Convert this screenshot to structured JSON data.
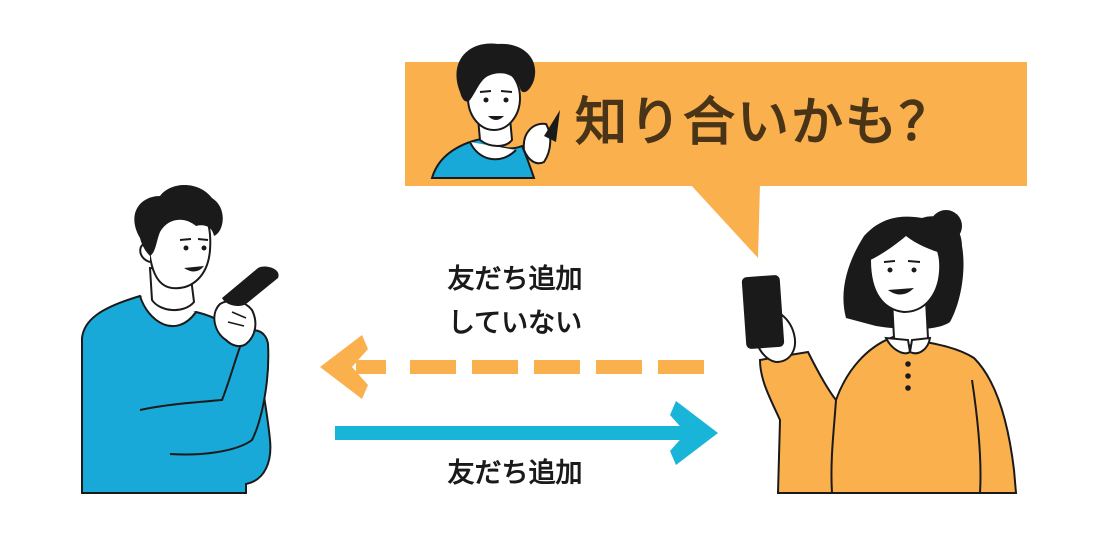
{
  "speech_bubble": {
    "text": "知り合いかも？"
  },
  "arrows": {
    "top": {
      "label_line1": "友だち追加",
      "label_line2": "していない",
      "direction": "left",
      "style": "dashed"
    },
    "bottom": {
      "label": "友だち追加",
      "direction": "right",
      "style": "solid"
    }
  },
  "people": {
    "left": {
      "description": "man-on-phone",
      "shirt_color": "#19a9d8"
    },
    "right": {
      "description": "woman-holding-phone",
      "shirt_color": "#fbb04e"
    },
    "avatar": {
      "description": "man-in-bubble",
      "shirt_color": "#19a9d8"
    }
  },
  "colors": {
    "bubble": "#fbb04e",
    "dashed_arrow": "#fbb04e",
    "solid_arrow": "#19b5d8",
    "text_dark": "#1a1a1a",
    "bubble_text": "#4a3418"
  }
}
